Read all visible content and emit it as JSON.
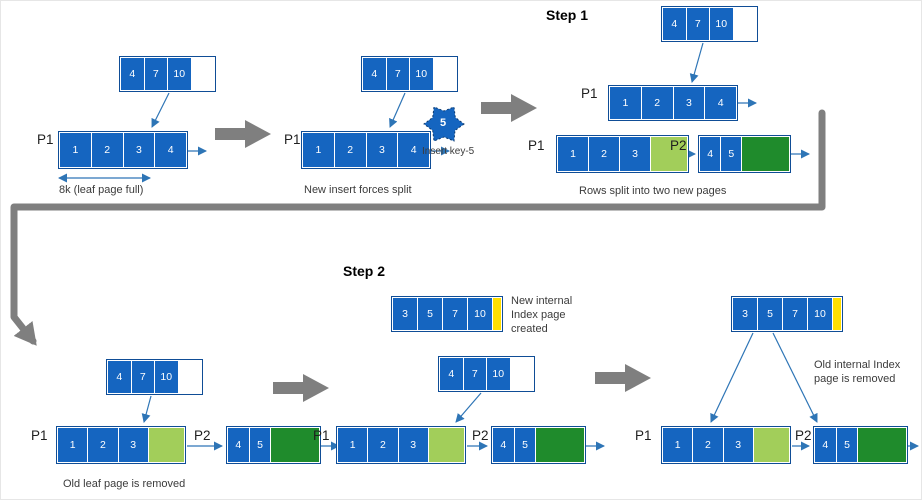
{
  "colors": {
    "page_blue": "#1565c0",
    "page_border": "#0f4d96",
    "light_green": "#a2ce5a",
    "dark_green": "#1f8b2c",
    "yellow": "#ffdf00",
    "arrow_blue": "#2e75b6",
    "gray_arrow": "#7f7f7f",
    "text_gray": "#3b3b3b"
  },
  "steps": {
    "step1": "Step 1",
    "step2": "Step 2"
  },
  "labels": {
    "p1": "P1",
    "p2": "P2"
  },
  "captions": {
    "leaf_full": "8k (leaf page full)",
    "insert_forces_split": "New insert forces split",
    "insert_key": "Insert key-5",
    "rows_split": "Rows split into two new pages",
    "old_leaf_removed": "Old leaf page is removed",
    "new_internal": "New internal\nIndex page\ncreated",
    "old_internal": "Old internal Index\npage is removed"
  },
  "insert_value": "5",
  "cells": {
    "index": [
      "4",
      "7",
      "10"
    ],
    "leaf": [
      "1",
      "2",
      "3",
      "4"
    ],
    "p1": [
      "1",
      "2",
      "3"
    ],
    "p2": [
      "4",
      "5"
    ],
    "new_index": [
      "3",
      "5",
      "7",
      "10"
    ]
  }
}
